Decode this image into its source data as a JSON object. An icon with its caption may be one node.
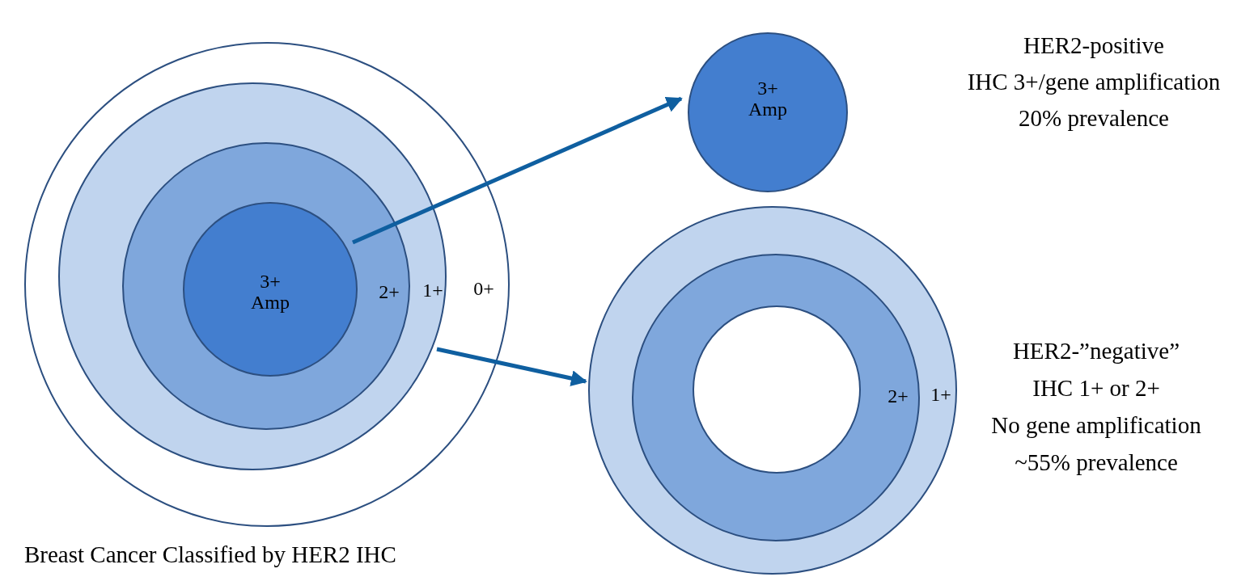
{
  "diagram": {
    "caption": "Breast Cancer Classified by HER2 IHC",
    "nodes": [
      {
        "text": [
          "0+"
        ]
      },
      {
        "text": [
          "1+"
        ],
        "in": 0
      },
      {
        "text": [
          "2+"
        ],
        "in": 1
      },
      {
        "text": [
          "3+ Amp"
        ],
        "in": 2
      },
      {
        "text": [
          "3+ Amp"
        ],
        "beside": [
          "HER2-positive",
          "IHC 3+/gene amplification",
          "20% prevalence"
        ]
      },
      {
        "text": [
          "1+"
        ],
        "beside": [
          "HER2-”negative”",
          "IHC 1+ or 2+",
          "No gene amplification",
          "~55% prevalence"
        ]
      },
      {
        "text": [
          "2+"
        ],
        "in": 5
      },
      {
        "text": [],
        "shape": "circle",
        "in": 6
      }
    ],
    "edges": [
      {
        "from": 3,
        "to": 4,
        "arrow": "to"
      },
      {
        "from": 1,
        "to": 5,
        "arrow": "to"
      }
    ]
  }
}
